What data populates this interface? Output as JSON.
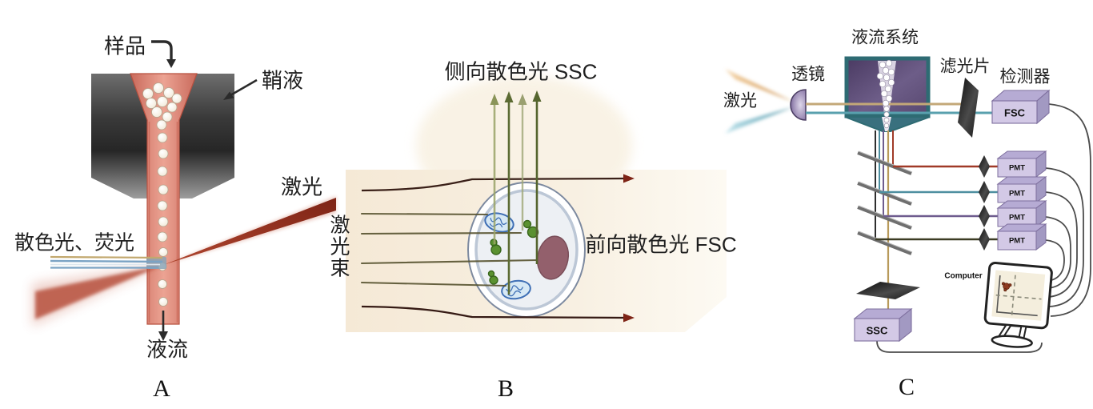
{
  "figure": {
    "type": "flow-cytometry-three-panel-diagram"
  },
  "panels": {
    "a": {
      "caption": "A",
      "labels": {
        "sample": "样品",
        "sheath_fluid": "鞘液",
        "laser": "激光",
        "scattered_fluorescence": "散色光、荧光",
        "flow": "液流"
      }
    },
    "b": {
      "caption": "B",
      "labels": {
        "side_scatter": "侧向散色光 SSC",
        "laser_beam": "激光束",
        "forward_scatter": "前向散色光 FSC"
      }
    },
    "c": {
      "caption": "C",
      "labels": {
        "fluidic_system": "液流系统",
        "lens": "透镜",
        "laser": "激光",
        "filter": "滤光片",
        "detector": "检测器",
        "computer": "Computer"
      },
      "detectors": {
        "fsc": "FSC",
        "pmts": [
          "PMT",
          "PMT",
          "PMT",
          "PMT"
        ],
        "ssc": "SSC"
      }
    }
  },
  "colors": {
    "laser_red": "#a03a28",
    "beam_teal": "#4e8fa0",
    "beam_purple": "#6e5c8e",
    "beam_tan": "#b89a5a",
    "beam_orange": "#cf882e",
    "panel_beige": "#f5e9d6",
    "detector_lavender": "#d3c9e6",
    "flow_tube_red": "#e08878",
    "scatter_olive": "#5c6b33"
  }
}
